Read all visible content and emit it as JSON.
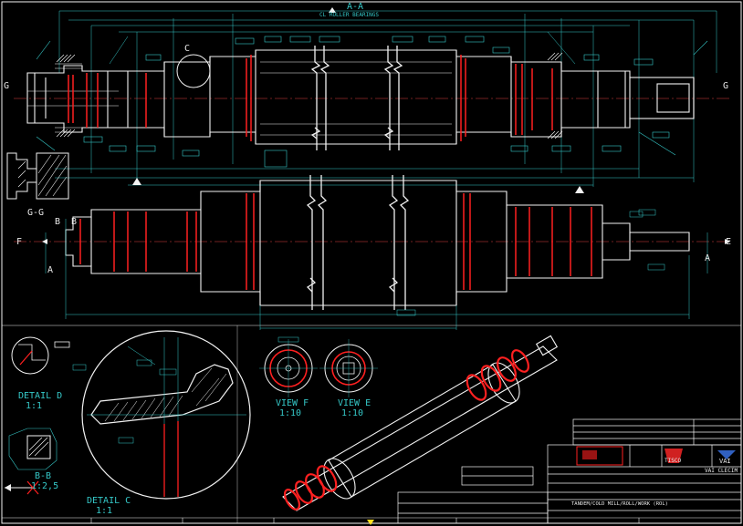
{
  "section_title": "A-A",
  "roller_bearings_note": "CL ROLLER BEARINGS",
  "section_letters": {
    "g_left": "G",
    "g_right": "G",
    "c": "C",
    "f": "F",
    "e": "E",
    "a_left": "A",
    "a_right": "A",
    "b1": "B",
    "b2": "B"
  },
  "section_gg": "G-G",
  "detail_d": {
    "title": "DETAIL D",
    "scale": "1:1"
  },
  "detail_c": {
    "title": "DETAIL C",
    "scale": "1:1"
  },
  "view_f": {
    "title": "VIEW F",
    "scale": "1:10"
  },
  "view_e": {
    "title": "VIEW E",
    "scale": "1:10"
  },
  "section_bb": {
    "title": "B-B",
    "scale": "1:2,5"
  },
  "title_block": {
    "drawing_title": "TANDEM/COLD MILL/ROLL/WORK (ROL)",
    "company_left": "TISCO",
    "company_right": "VAI",
    "company_right_label": "VAI CLECIM"
  },
  "colors": {
    "background": "#000000",
    "outline": "#f2f2f2",
    "dimension": "#35c8c8",
    "centerline": "#e04040",
    "highlight": "#ff2020",
    "hatch": "#ffffff"
  }
}
